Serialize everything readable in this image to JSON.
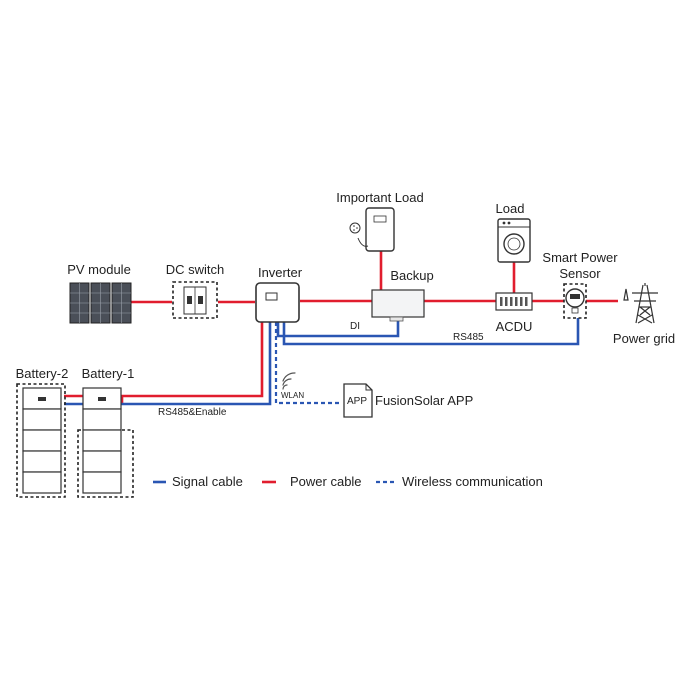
{
  "colors": {
    "signal": "#2a56b3",
    "power": "#e11d2e",
    "device_outline": "#333333"
  },
  "icons": {
    "pv_module": "solar-panel-icon",
    "dc_switch": "dc-switch-icon",
    "inverter": "inverter-icon",
    "backup": "backup-box-icon",
    "important_load": "water-heater-icon",
    "load": "washing-machine-icon",
    "acdu": "distribution-board-icon",
    "smart_power_sensor": "power-meter-icon",
    "power_grid": "transmission-tower-icon",
    "app": "app-document-icon",
    "battery": "battery-stack-icon",
    "wlan": "wifi-signal-icon"
  },
  "labels": {
    "pv_module": "PV module",
    "dc_switch": "DC switch",
    "inverter": "Inverter",
    "important_load": "Important Load",
    "backup": "Backup",
    "load": "Load",
    "smart_power_sensor_1": "Smart Power",
    "smart_power_sensor_2": "Sensor",
    "acdu": "ACDU",
    "power_grid": "Power grid",
    "battery_2": "Battery-2",
    "battery_1": "Battery-1",
    "di": "DI",
    "rs485": "RS485",
    "rs485_enable": "RS485&Enable",
    "wlan": "WLAN",
    "app_badge": "APP",
    "fusionsolar_app": "FusionSolar APP"
  },
  "legend": {
    "signal": "Signal cable",
    "power": "Power cable",
    "wireless": "Wireless communication"
  }
}
